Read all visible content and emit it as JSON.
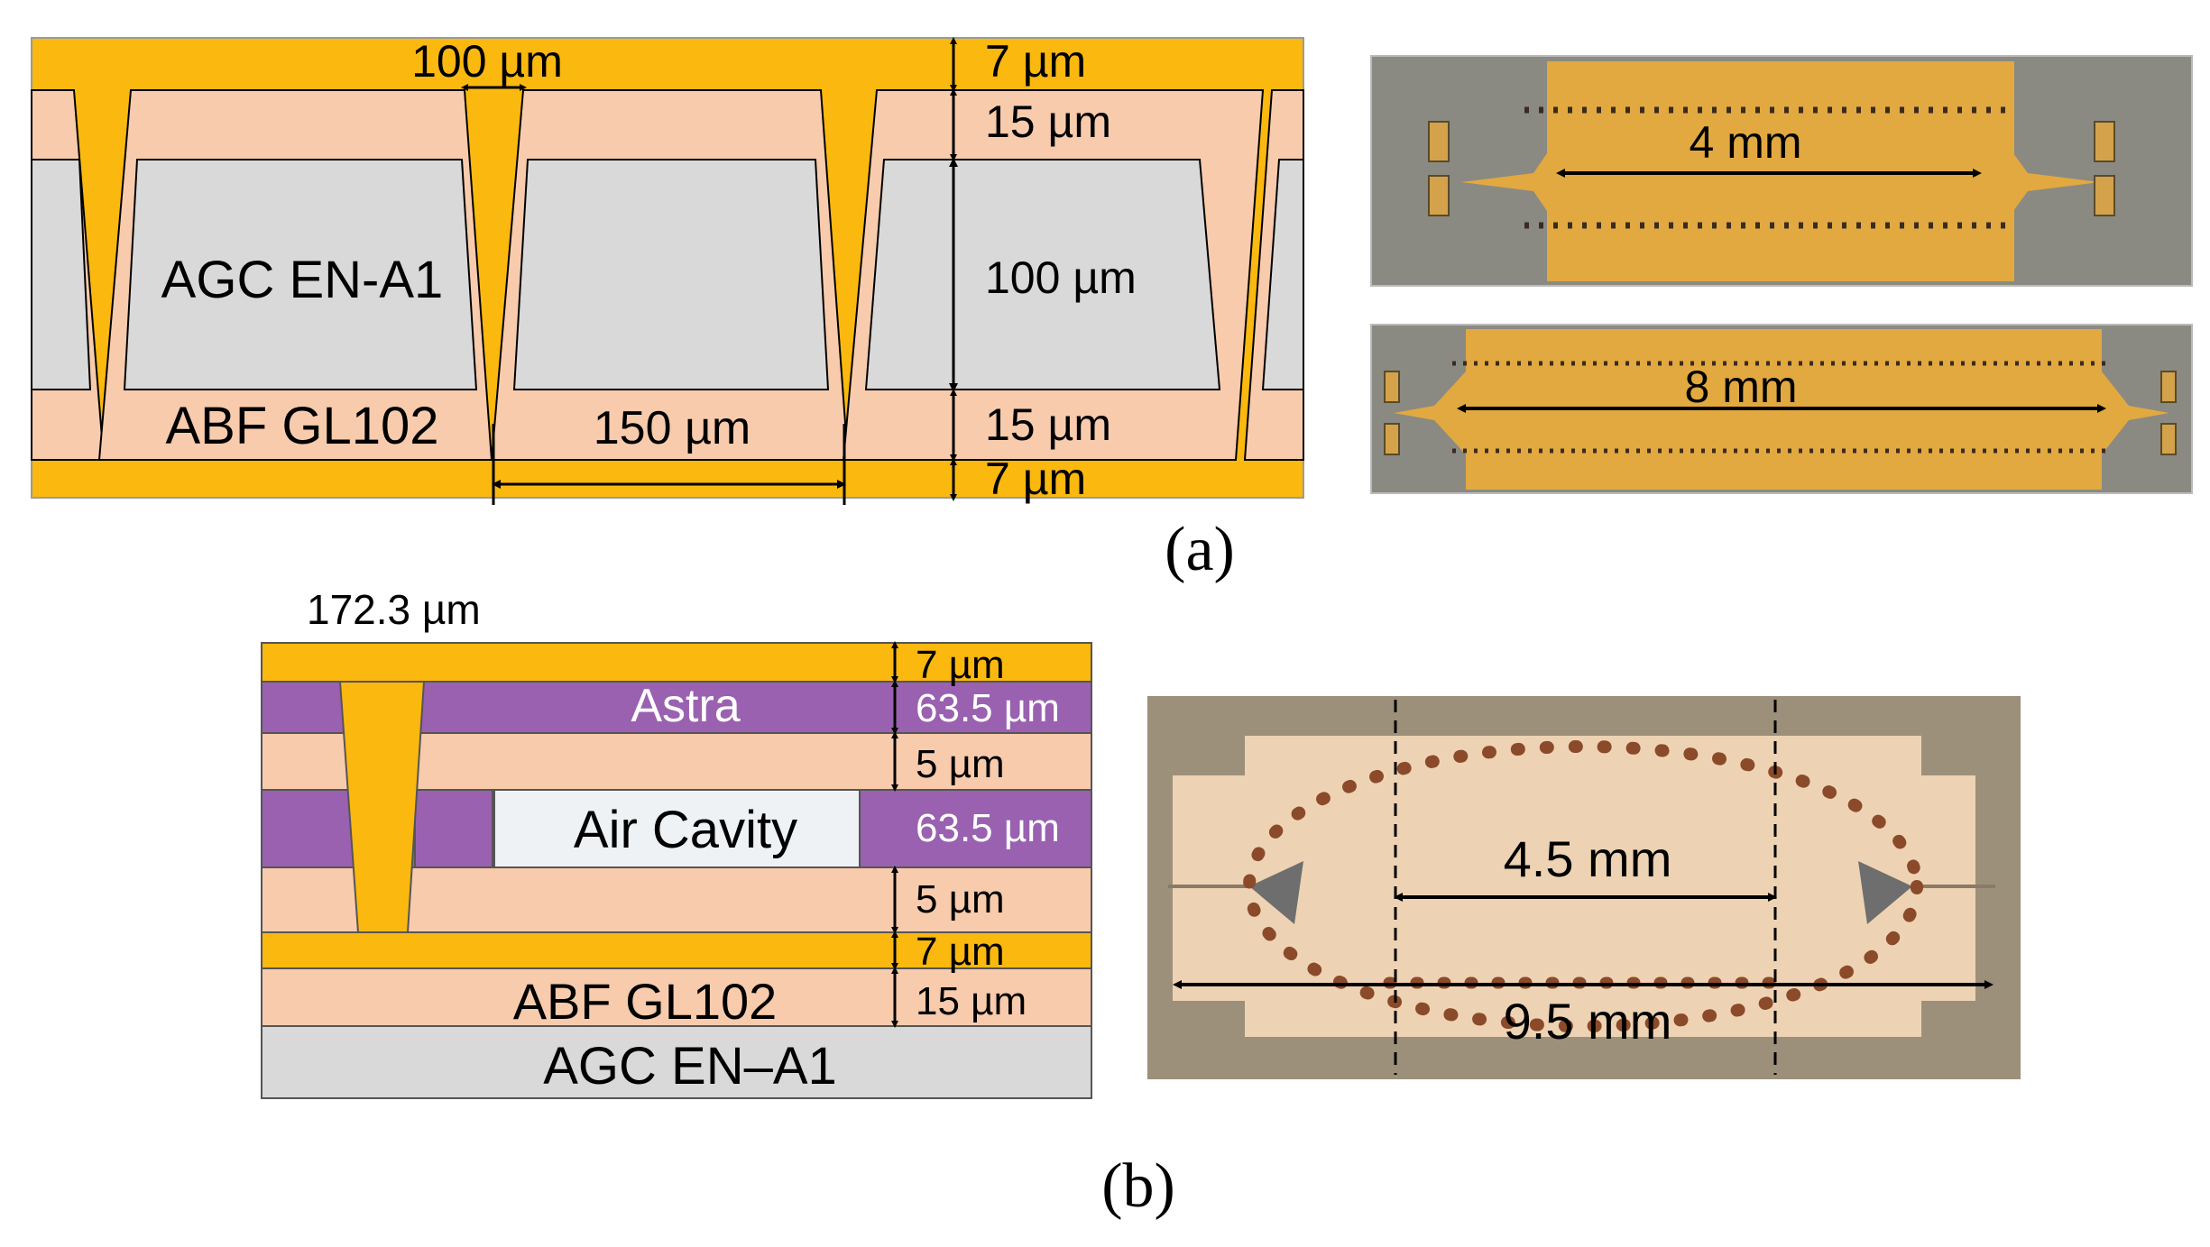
{
  "panel_a": {
    "cross_section": {
      "core_label": "AGC EN-A1",
      "buildup_label": "ABF GL102",
      "dim_via_width": "100 µm",
      "dim_via_pitch": "150 µm",
      "dim_top_metal": "7 µm",
      "dim_top_buildup": "15 µm",
      "dim_core": "100 µm",
      "dim_bottom_buildup": "15 µm",
      "dim_bottom_metal": "7 µm"
    },
    "photo_top_length": "4 mm",
    "photo_bottom_length": "8 mm",
    "caption": "(a)"
  },
  "panel_b": {
    "cross_section": {
      "dim_via_width": "172.3 µm",
      "dim_top_metal": "7 µm",
      "astra_label": "Astra",
      "dim_astra": "63.5 µm",
      "dim_gap_1": "5 µm",
      "cavity_label": "Air Cavity",
      "dim_cavity_layer": "63.5 µm",
      "dim_gap_2": "5 µm",
      "dim_bottom_metal": "7 µm",
      "buildup_label": "ABF GL102",
      "dim_buildup": "15 µm",
      "core_label": "AGC EN–A1"
    },
    "photo_inner_length": "4.5 mm",
    "photo_outer_length": "9.5 mm",
    "caption": "(b)"
  },
  "colors": {
    "metal": "#FBB80E",
    "buildup": "#F8CBAD",
    "core": "#D9D9D9",
    "astra": "#9A61B0",
    "cavity": "#EEF2F5",
    "photo_gray": "#8A8A82",
    "photo_copper": "#E2A940",
    "photo_b_background": "#9C907A",
    "photo_b_board": "#EDD3B3"
  }
}
